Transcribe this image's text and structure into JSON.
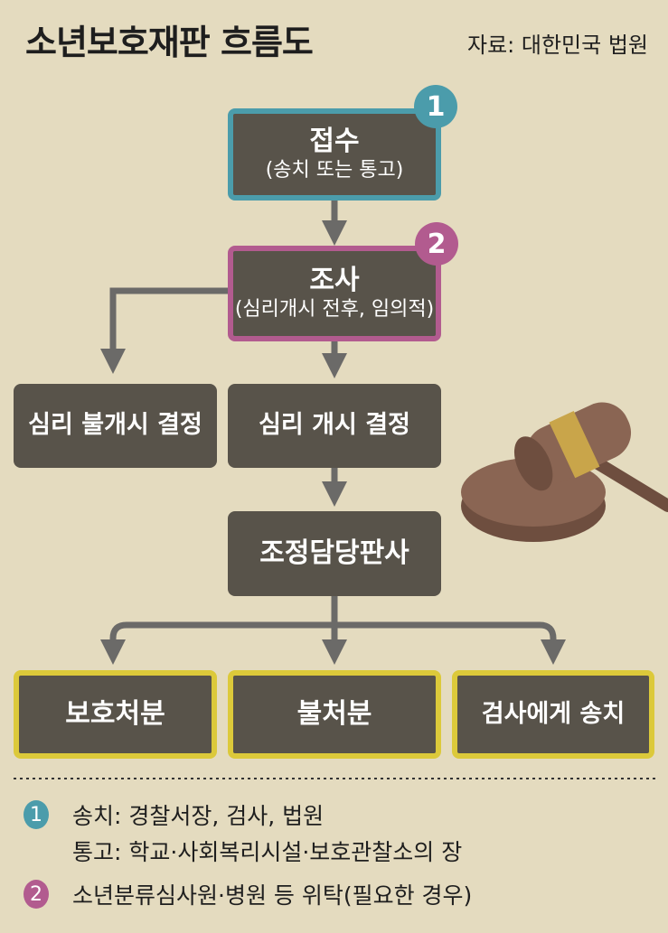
{
  "title": "소년보호재판 흐름도",
  "source": "자료: 대한민국 법원",
  "colors": {
    "background": "#e4dbbf",
    "box": "#58534a",
    "teal": "#4b9cab",
    "magenta": "#b25b8f",
    "yellow": "#dcc93a",
    "arrow": "#6b6a68"
  },
  "nodes": {
    "intake": {
      "badge": "1",
      "main": "접수",
      "sub": "(송치 또는 통고)"
    },
    "investigation": {
      "badge": "2",
      "main": "조사",
      "sub": "(심리개시 전후, 임의적)"
    },
    "no_hearing": {
      "main": "심리 불개시 결정"
    },
    "hearing": {
      "main": "심리 개시 결정"
    },
    "mediation_judge": {
      "main": "조정담당판사"
    },
    "protective_disposition": {
      "main": "보호처분"
    },
    "no_disposition": {
      "main": "불처분"
    },
    "refer_prosecutor": {
      "main": "검사에게 송치"
    }
  },
  "legend": [
    {
      "badge": "1",
      "lines": [
        "송치:  경찰서장, 검사, 법원",
        "통고:  학교·사회복리시설·보호관찰소의 장"
      ]
    },
    {
      "badge": "2",
      "lines": [
        "소년분류심사원·병원 등 위탁(필요한 경우)"
      ]
    }
  ],
  "illustration": "gavel-icon"
}
